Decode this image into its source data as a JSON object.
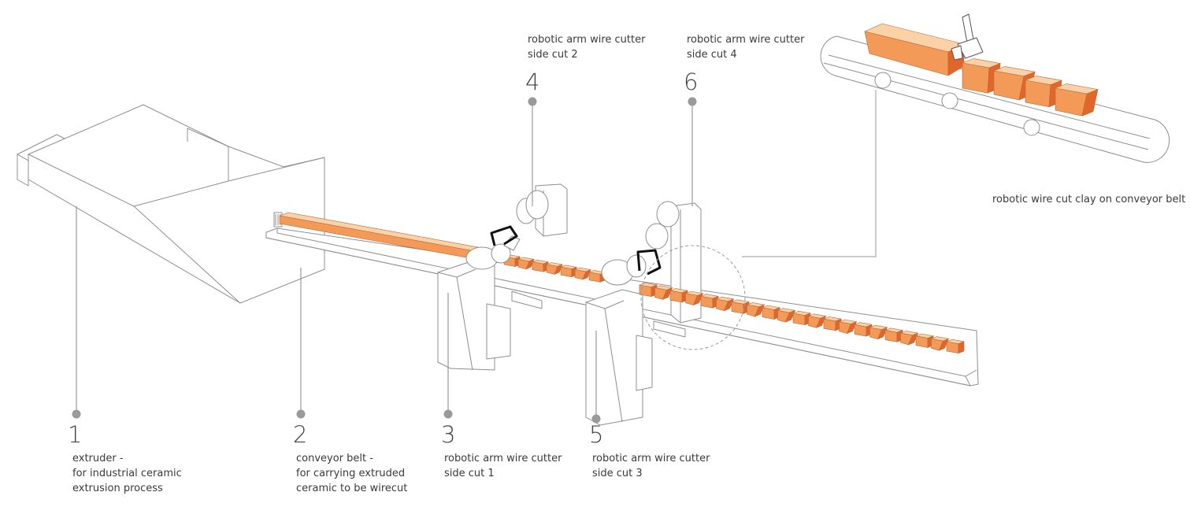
{
  "colors": {
    "line": "#8f8f8f",
    "callout": "#9a9a9a",
    "clay_light": "#fbd2a8",
    "clay_mid": "#f39a58",
    "clay_dark": "#e2662a",
    "arm_black": "#111111"
  },
  "callouts": [
    {
      "id": "1",
      "number": "1",
      "lines": [
        "extruder -",
        "for industrial  ceramic",
        "extrusion process"
      ]
    },
    {
      "id": "2",
      "number": "2",
      "lines": [
        "conveyor belt -",
        "for carrying extruded",
        "ceramic to be wirecut"
      ]
    },
    {
      "id": "3",
      "number": "3",
      "lines": [
        "robotic arm wire cutter",
        "side cut 1"
      ]
    },
    {
      "id": "4",
      "number": "4",
      "lines": [
        "robotic arm wire cutter",
        "side cut 2"
      ]
    },
    {
      "id": "5",
      "number": "5",
      "lines": [
        "robotic arm wire cutter",
        "side cut 3"
      ]
    },
    {
      "id": "6",
      "number": "6",
      "lines": [
        "robotic arm wire cutter",
        "side cut 4"
      ]
    }
  ],
  "detail_label": "robotic wire cut clay on conveyor belt"
}
